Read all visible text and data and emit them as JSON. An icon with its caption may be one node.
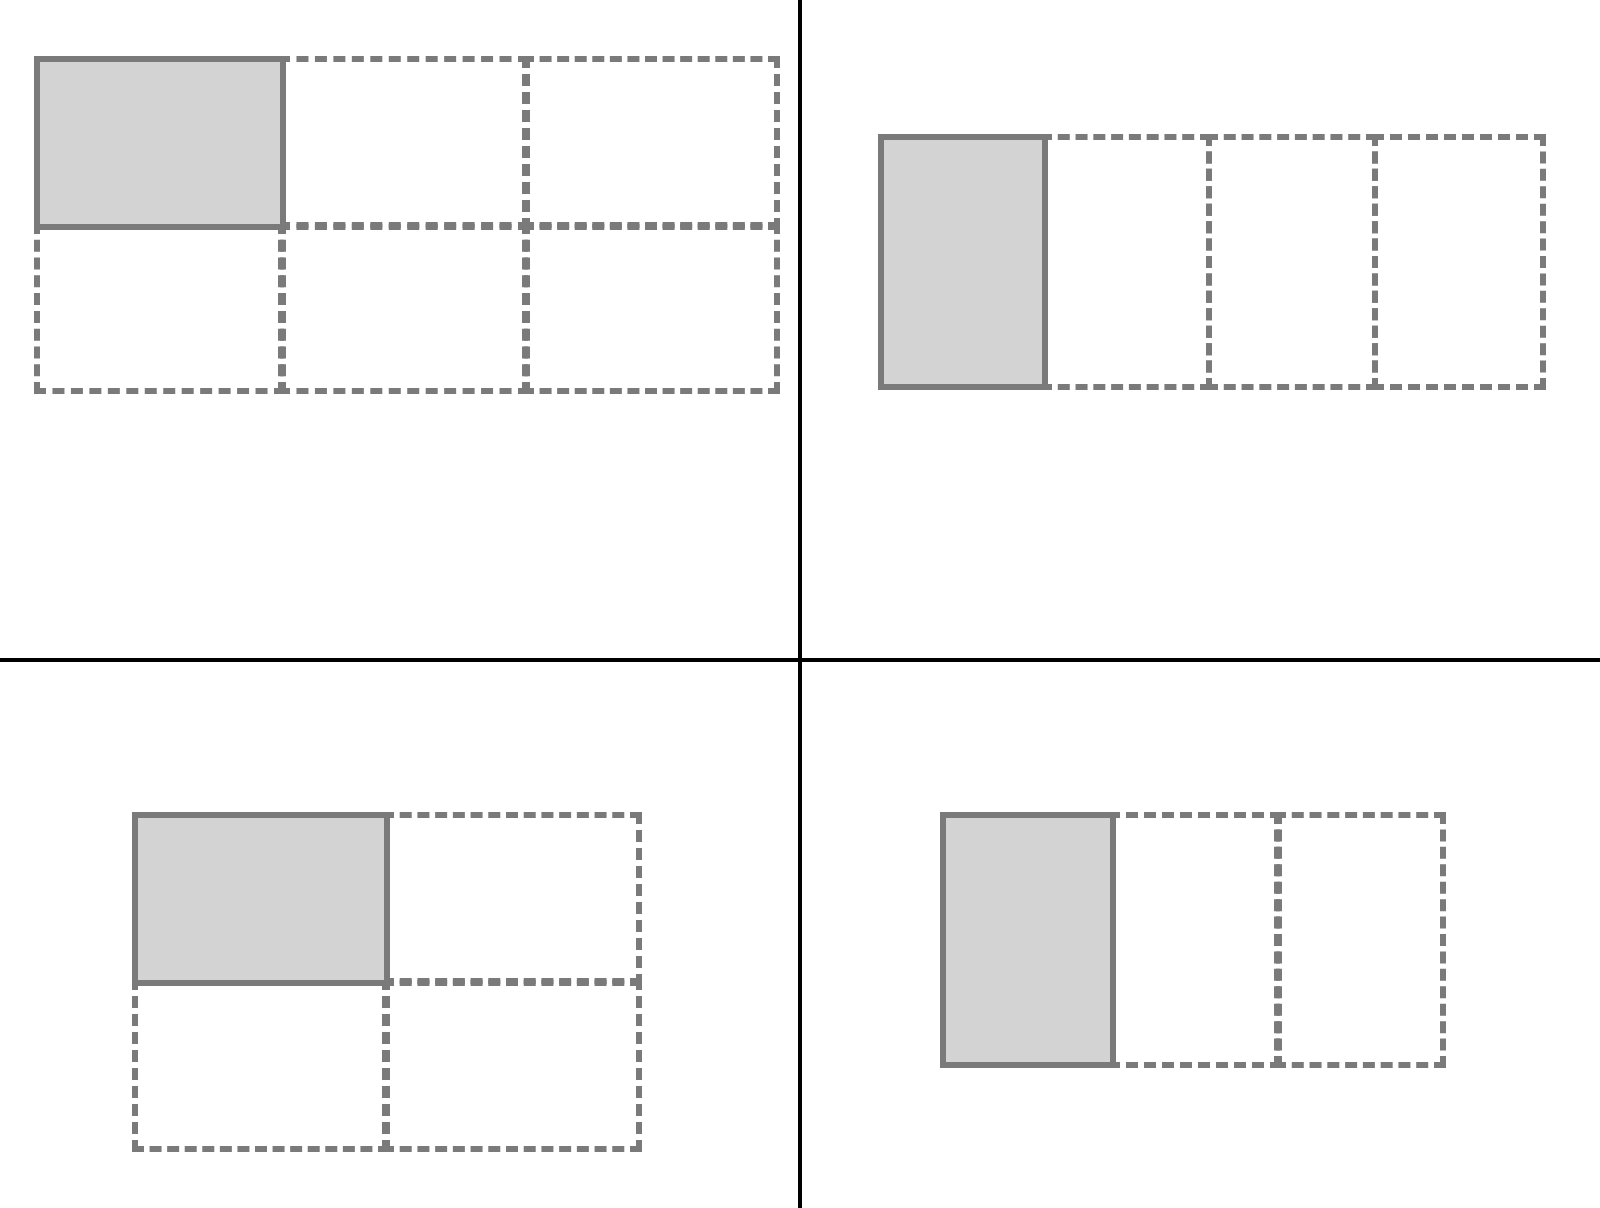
{
  "diagram": {
    "nodes": [
      {
        "text": [],
        "shape": "box"
      },
      {
        "text": [],
        "shape": "box"
      },
      {
        "text": [],
        "shape": "box"
      },
      {
        "text": [],
        "shape": "box"
      },
      {
        "text": [],
        "shape": "box"
      },
      {
        "text": [],
        "shape": "box"
      },
      {
        "text": [],
        "shape": "box"
      },
      {
        "text": [],
        "shape": "box"
      },
      {
        "text": [],
        "shape": "box"
      },
      {
        "text": [],
        "shape": "box"
      },
      {
        "text": [],
        "shape": "box"
      },
      {
        "text": [],
        "shape": "box"
      },
      {
        "text": [],
        "shape": "box"
      },
      {
        "text": [],
        "shape": "box"
      },
      {
        "text": [],
        "shape": "box"
      },
      {
        "text": [],
        "shape": "box"
      },
      {
        "text": [],
        "shape": "box"
      }
    ]
  }
}
